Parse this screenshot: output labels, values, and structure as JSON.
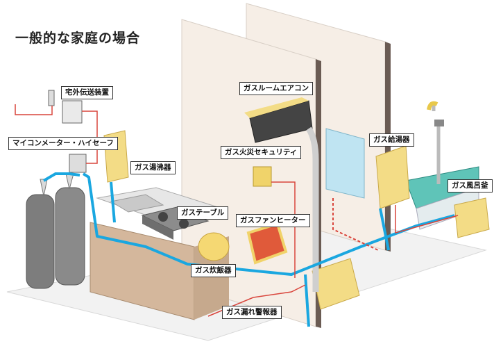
{
  "title": "一般的な家庭の場合",
  "labels": {
    "takugai": "宅外伝送装置",
    "meter": "マイコンメーター・ハイセーフ",
    "yuwakashi": "ガス湯沸器",
    "table": "ガステーブル",
    "suihanki": "ガス炊飯器",
    "aircon": "ガスルームエアコン",
    "kasai": "ガス火災セキュリティ",
    "fanheater": "ガスファンヒーター",
    "kyutoki": "ガス給湯器",
    "furogama": "ガス風呂釜",
    "keihoki": "ガス漏れ警報器"
  },
  "colors": {
    "gas_pipe": "#1aa7e0",
    "signal_wire": "#d9453c",
    "wall": "#f6eee6",
    "appliance": "#f3dc86",
    "cylinder": "#7d7d7d"
  }
}
